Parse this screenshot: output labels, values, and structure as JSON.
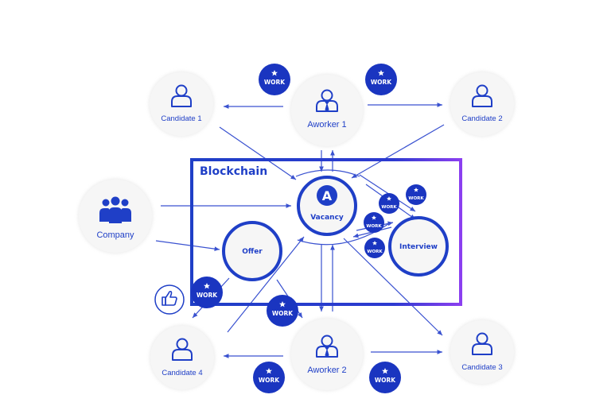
{
  "nodes": {
    "candidate1": "Candidate 1",
    "candidate2": "Candidate 2",
    "candidate3": "Candidate 3",
    "candidate4": "Candidate 4",
    "aworker1": "Aworker 1",
    "aworker2": "Aworker 2",
    "company": "Company",
    "vacancy": "Vacancy",
    "vacancy_logo": "A",
    "offer": "Offer",
    "interview": "Interview"
  },
  "blockchain_label": "Blockchain",
  "work_badge": "WORK",
  "colors": {
    "primary": "#1f3fc7",
    "badge": "#1a35c0",
    "line": "#3a52d0",
    "circle_fill": "#f6f6f6",
    "gradient_end": "#8b3ff0"
  },
  "icons": {
    "person": "person-icon",
    "worker": "worker-icon",
    "group": "group-icon",
    "star": "star-icon",
    "thumbs_up": "thumbs-up-icon"
  }
}
